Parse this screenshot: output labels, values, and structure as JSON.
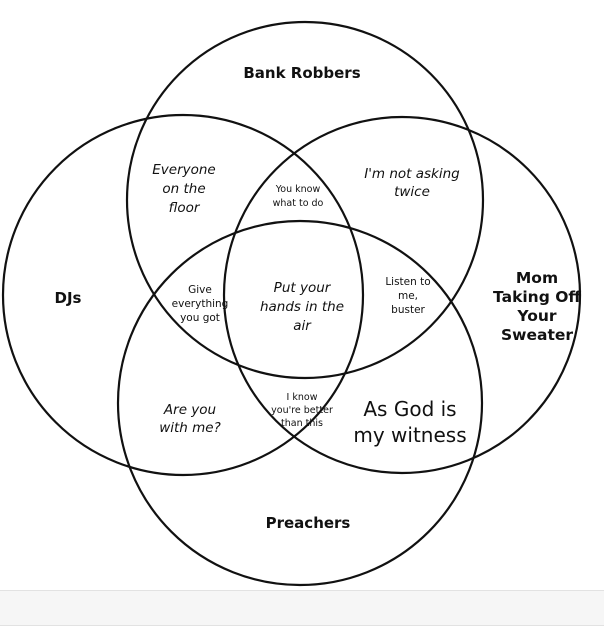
{
  "sets": {
    "bank_robbers": "Bank Robbers",
    "djs": "DJs",
    "mom": [
      "Mom",
      "Taking Off",
      "Your",
      "Sweater"
    ],
    "preachers": "Preachers"
  },
  "regions": {
    "br_dj": [
      "Everyone",
      "on the",
      "floor"
    ],
    "br_mom": [
      "I'm not asking",
      "twice"
    ],
    "br_dj_mom": [
      "You know",
      "what to do"
    ],
    "dj_br_pr": [
      "Give",
      "everything",
      "you got"
    ],
    "center": [
      "Put your",
      "hands in the",
      "air"
    ],
    "br_mom_pr": [
      "Listen to",
      "me,",
      "buster"
    ],
    "dj_pr": [
      "Are you",
      "with me?"
    ],
    "dj_mom_pr": [
      "I know",
      "you're better",
      "than this"
    ],
    "mom_pr": [
      "As God is",
      "my witness"
    ]
  }
}
